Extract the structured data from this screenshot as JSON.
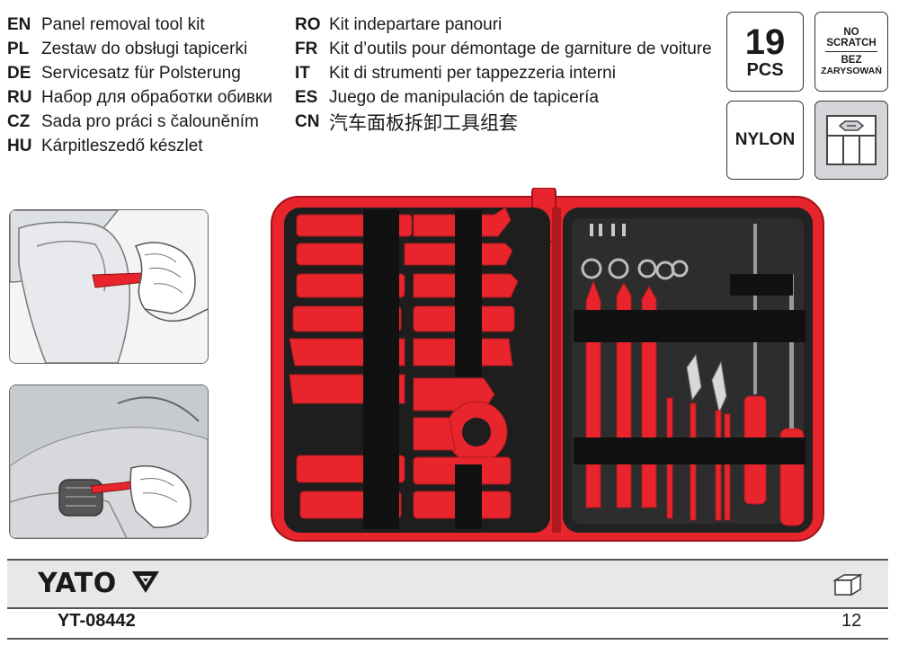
{
  "languages_left": [
    {
      "code": "EN",
      "text": "Panel removal tool kit"
    },
    {
      "code": "PL",
      "text": "Zestaw do obsługi tapicerki"
    },
    {
      "code": "DE",
      "text": "Servicesatz für Polsterung"
    },
    {
      "code": "RU",
      "text": "Набор для обработки обивки"
    },
    {
      "code": "CZ",
      "text": "Sada pro práci s čalouněním"
    },
    {
      "code": "HU",
      "text": "Kárpitleszedő készlet"
    }
  ],
  "languages_right": [
    {
      "code": "RO",
      "text": "Kit indepartare panouri"
    },
    {
      "code": "FR",
      "text": "Kit d’outils pour démontage de garniture de voiture"
    },
    {
      "code": "IT",
      "text": "Kit di strumenti per tappezzeria interni"
    },
    {
      "code": "ES",
      "text": "Juego de manipulación de tapicería"
    },
    {
      "code": "CN",
      "text": "汽车面板拆卸工具组套"
    }
  ],
  "badges": {
    "count_number": "19",
    "count_unit": "PCS",
    "no_scratch_line1": "NO",
    "no_scratch_line2": "SCRATCH",
    "bez_line1": "BEZ",
    "bez_line2": "ZARYSOWAŃ",
    "material": "NYLON"
  },
  "footer": {
    "brand": "YATO",
    "product_code": "YT-08442",
    "quantity": "12",
    "box_icon": "box-icon"
  },
  "colors": {
    "accent_red": "#e8252c",
    "case_black": "#1e1e1e",
    "badge_gray": "#d3d5d9"
  }
}
